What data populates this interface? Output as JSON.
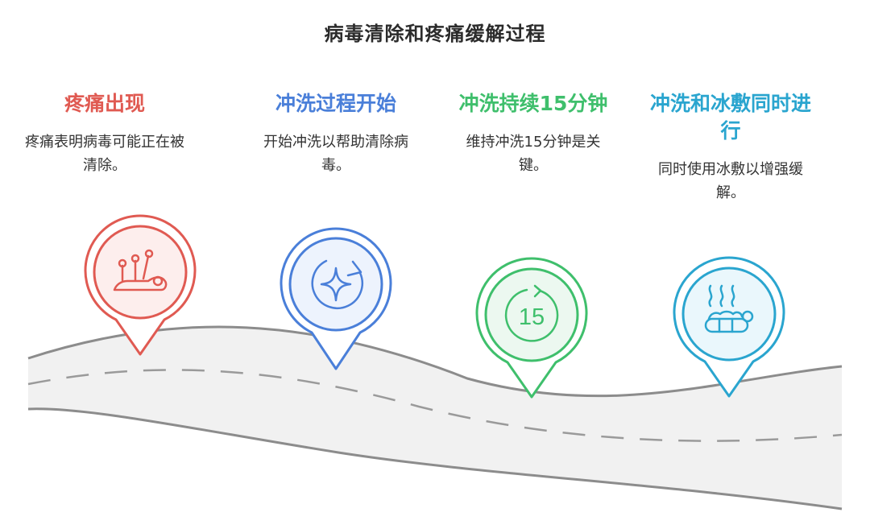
{
  "title": "病毒清除和疼痛缓解过程",
  "steps": [
    {
      "title": "疼痛出现",
      "description": "疼痛表明病毒可能正在被清除。",
      "color": "#e05a52",
      "icon": "acupuncture-icon"
    },
    {
      "title": "冲洗过程开始",
      "description": "开始冲洗以帮助清除病毒。",
      "color": "#4a7fd9",
      "icon": "sparkle-refresh-icon"
    },
    {
      "title": "冲洗持续15分钟",
      "description": "维持冲洗15分钟是关键。",
      "color": "#3fbf6c",
      "icon": "timer-15-icon",
      "icon_text": "15"
    },
    {
      "title": "冲洗和冰敷同时进行",
      "description": "同时使用冰敷以增强缓解。",
      "color": "#2aa5cf",
      "icon": "ice-pack-icon"
    }
  ]
}
